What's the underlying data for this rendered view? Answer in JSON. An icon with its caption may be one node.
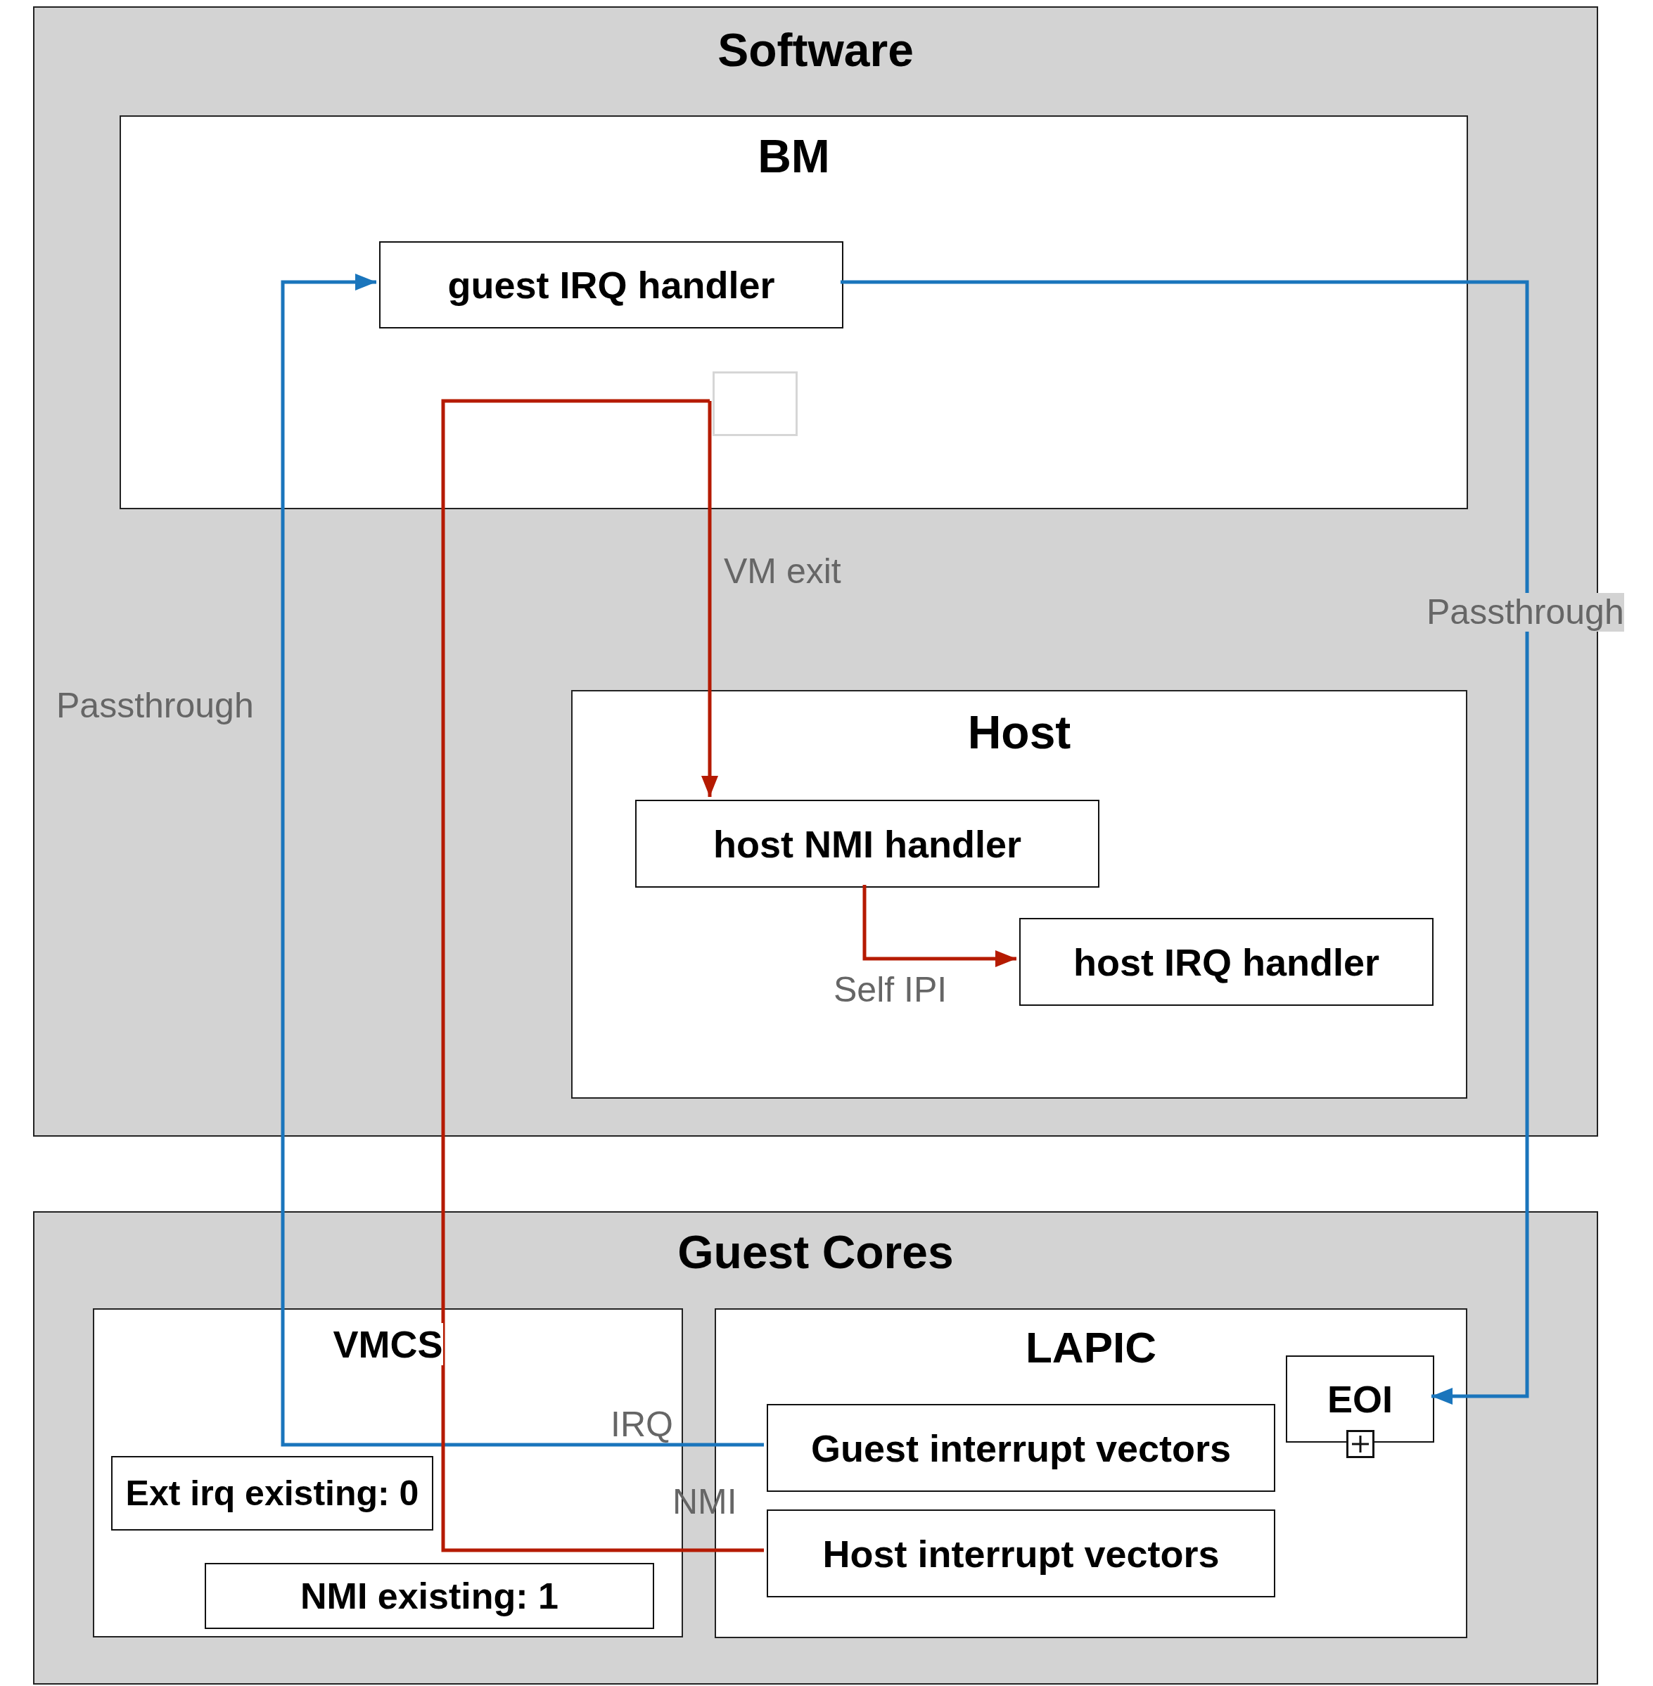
{
  "diagram": {
    "nodes": [
      {
        "text": [
          "Software"
        ]
      },
      {
        "text": [
          "BM"
        ],
        "in": 0
      },
      {
        "text": [
          "guest IRQ handler"
        ],
        "in": 1
      },
      {
        "text": [],
        "shape": "box",
        "in": 1
      },
      {
        "text": [
          "Host"
        ],
        "in": 0
      },
      {
        "text": [
          "host NMI handler"
        ],
        "in": 4
      },
      {
        "text": [
          "host IRQ handler"
        ],
        "in": 4
      },
      {
        "text": [
          "Guest Cores"
        ]
      },
      {
        "text": [
          "VMCS"
        ],
        "in": 7
      },
      {
        "text": [
          "Ext irq existing: 0"
        ],
        "in": 8
      },
      {
        "text": [
          "NMI existing: 1"
        ],
        "in": 8
      },
      {
        "text": [
          "LAPIC"
        ],
        "in": 7
      },
      {
        "text": [
          "EOI"
        ],
        "in": 11
      },
      {
        "text": [
          "Guest interrupt vectors"
        ],
        "in": 11
      },
      {
        "text": [
          "Host interrupt vectors"
        ],
        "in": 11
      }
    ],
    "edges": [
      {
        "from": 13,
        "to": 2,
        "arrow": "to",
        "label": "IRQ",
        "color": "#1a75bc"
      },
      {
        "from": 2,
        "to": 12,
        "arrow": "to",
        "label": "Passthrough",
        "color": "#1a75bc"
      },
      {
        "from": 14,
        "to": 3,
        "arrow": "none",
        "label": "NMI"
      },
      {
        "from": 3,
        "to": 5,
        "arrow": "to",
        "label": "VM exit"
      },
      {
        "from": 5,
        "to": 6,
        "arrow": "to",
        "label": "Self IPI"
      }
    ],
    "labels": [
      "Passthrough"
    ]
  }
}
